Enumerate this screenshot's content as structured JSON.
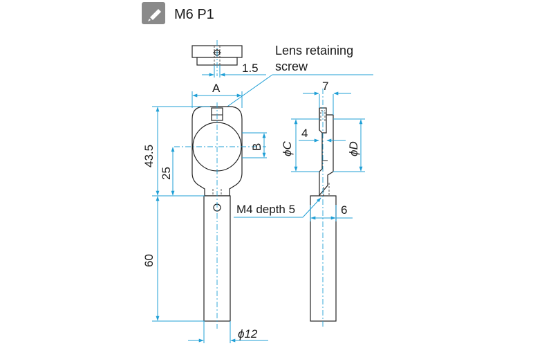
{
  "header": {
    "icon": "pencil-icon",
    "thread_spec": "M6 P1"
  },
  "annotations": {
    "lens_retaining_line1": "Lens retaining",
    "lens_retaining_line2": "screw",
    "tapped_hole": "M4 depth 5"
  },
  "dimensions": {
    "screw_offset": "1.5",
    "width_a": "A",
    "height_total": "43.5",
    "height_center": "25",
    "bore_b": "B",
    "post_length": "60",
    "post_dia": "ϕ12",
    "side_thickness": "7",
    "side_slot": "4",
    "dia_c": "ϕC",
    "dia_d": "ϕD",
    "side_post_offset": "6"
  },
  "colors": {
    "dimension_line": "#1f9fd6",
    "outline": "#222222",
    "icon_bg": "#8a8a8a"
  }
}
